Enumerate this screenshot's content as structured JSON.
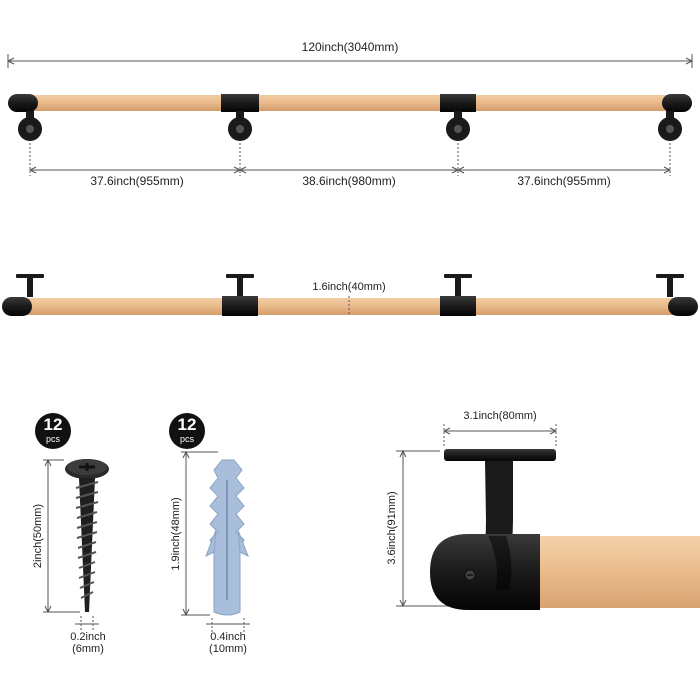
{
  "dimensions": {
    "total_length": "120inch(3040mm)",
    "span_left": "37.6inch(955mm)",
    "span_middle": "38.6inch(980mm)",
    "span_right": "37.6inch(955mm)",
    "rail_diameter": "1.6inch(40mm)",
    "screw_length": "2inch(50mm)",
    "screw_diameter_line1": "0.2inch",
    "screw_diameter_line2": "(6mm)",
    "anchor_length": "1.9inch(48mm)",
    "anchor_diameter_line1": "0.4inch",
    "anchor_diameter_line2": "(10mm)",
    "bracket_plate_width": "3.1inch(80mm)",
    "bracket_height": "3.6inch(91mm)"
  },
  "screw_badge": {
    "count": "12",
    "unit": "pcs"
  },
  "anchor_badge": {
    "count": "12",
    "unit": "pcs"
  },
  "colors": {
    "wood": "#e8b98a",
    "wood_dark": "#d9a273",
    "metal": "#1a1a1a",
    "anchor": "#a9bedb",
    "dim_line": "#555555"
  }
}
